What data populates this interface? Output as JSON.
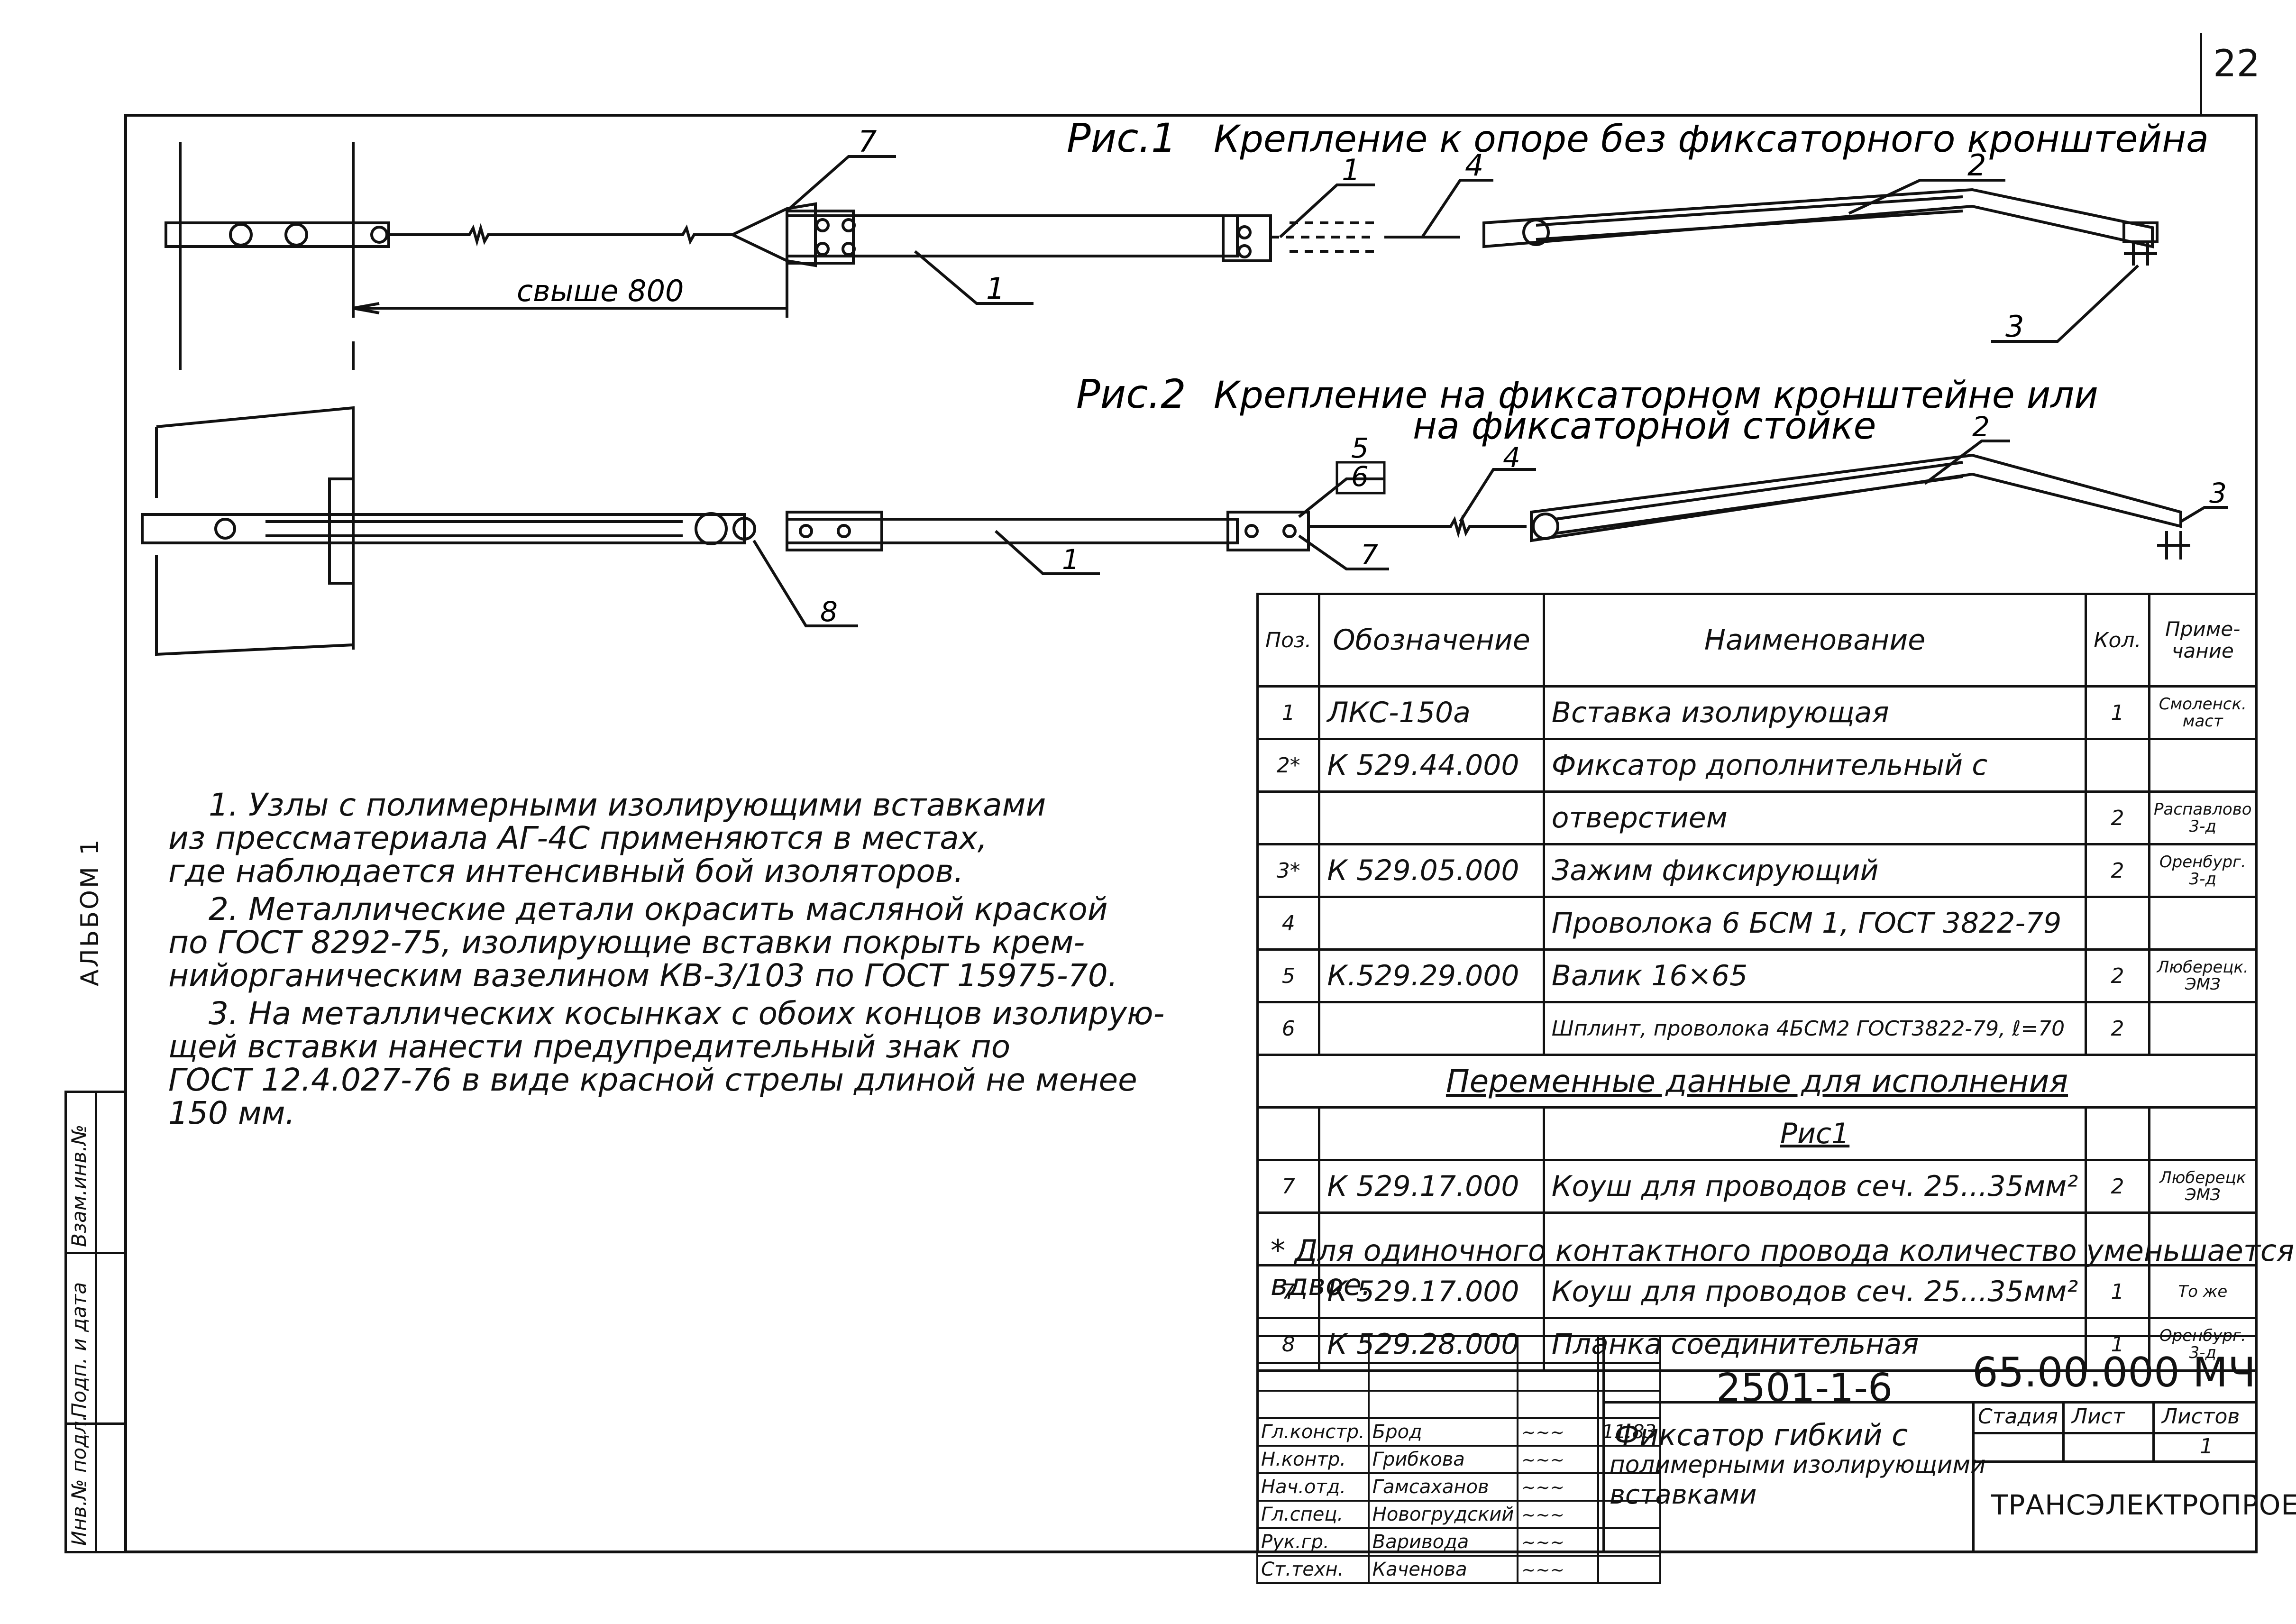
{
  "sheet_number": "22",
  "album_label": "АЛЬБОМ 1",
  "side_stamp": [
    "Инв.№ подл.",
    "Подп. и дата",
    "Взам.инв.№"
  ],
  "fig1": {
    "title": "Рис.1",
    "caption": "Крепление к опоре без фиксаторного кронштейна",
    "dimension": "свыше 800",
    "callouts": [
      "7",
      "1",
      "1",
      "4",
      "2",
      "3"
    ]
  },
  "fig2": {
    "title": "Рис.2",
    "caption_line1": "Крепление на фиксаторном кронштейне или",
    "caption_line2": "на фиксаторной стойке",
    "callouts": [
      "5",
      "6",
      "4",
      "2",
      "3",
      "1",
      "7",
      "8"
    ]
  },
  "notes": [
    "1. Узлы с полимерными изолирующими вставками",
    "из прессматериала    АГ-4С применяются в местах,",
    "где наблюдается интенсивный бой изоляторов.",
    "2. Металлические детали окрасить масляной краской",
    "по ГОСТ 8292-75, изолирующие вставки покрыть крем-",
    "нийорганическим вазелином КВ-3/103   по ГОСТ 15975-70.",
    "3. На металлических косынках  с обоих концов изолирую-",
    "щей вставки нанести предупредительный знак  по",
    "ГОСТ 12.4.027-76 в виде красной стрелы длиной не менее",
    "150 мм."
  ],
  "spec_table": {
    "headers": {
      "pos": "Поз.",
      "designation": "Обозначение",
      "name": "Наименование",
      "qty": "Кол.",
      "note": "Приме-\nчание"
    },
    "rows": [
      {
        "pos": "1",
        "designation": "ЛКС-150а",
        "name": "Вставка  изолирующая",
        "qty": "1",
        "note": "Смоленск.\nмаст"
      },
      {
        "pos": "2*",
        "designation": "К 529.44.000",
        "name": "Фиксатор дополнительный с",
        "qty": "",
        "note": ""
      },
      {
        "pos": "",
        "designation": "",
        "name": "отверстием",
        "qty": "2",
        "note": "Распавлово\n3-д"
      },
      {
        "pos": "3*",
        "designation": "К 529.05.000",
        "name": "Зажим фиксирующий",
        "qty": "2",
        "note": "Оренбург.\n3-д"
      },
      {
        "pos": "4",
        "designation": "",
        "name": "Проволока 6 БСМ 1, ГОСТ 3822-79",
        "qty": "",
        "note": ""
      },
      {
        "pos": "5",
        "designation": "К.529.29.000",
        "name": "Валик 16×65",
        "qty": "2",
        "note": "Люберецк.\nЭМЗ"
      },
      {
        "pos": "6",
        "designation": "",
        "name": "Шплинт, проволока 4БСМ2 ГОСТ3822-79, ℓ=70",
        "qty": "2",
        "note": ""
      },
      {
        "section": "Переменные данные для исполнения"
      },
      {
        "pos": "",
        "designation": "",
        "name": "Рис1",
        "qty": "",
        "note": "",
        "center": true
      },
      {
        "pos": "7",
        "designation": "К 529.17.000",
        "name": "Коуш для проводов сеч. 25...35мм²",
        "qty": "2",
        "note": "Люберецк\nЭМЗ"
      },
      {
        "pos": "",
        "designation": "",
        "name": "",
        "qty": "",
        "note": ""
      },
      {
        "pos": "7",
        "designation": "К 529.17.000",
        "name": "Коуш для проводов сеч. 25...35мм²",
        "qty": "1",
        "note": "То же"
      },
      {
        "pos": "8",
        "designation": "К 529.28.000",
        "name": "Планка  соединительная",
        "qty": "1",
        "note": "Оренбург.\n3-д"
      }
    ]
  },
  "footnote_line1": "* Для одиночного контактного провода количество уменьшается",
  "footnote_line2": "вдвое.",
  "title_block": {
    "project": "2501-1-6",
    "code": "65.00.000 МЧ",
    "title_line1": "Фиксатор гибкий с",
    "title_line2": "полимерными изолирующими",
    "title_line3": "вставками",
    "stage_label": "Стадия",
    "sheet_label": "Лист",
    "sheets_label": "Листов",
    "sheets_count": "1",
    "organization": "ТРАНСЭЛЕКТРОПРОЕКТ",
    "date": "11.83",
    "signers": [
      {
        "role": "Гл.констр.",
        "name": "Брод"
      },
      {
        "role": "Н.контр.",
        "name": "Грибкова"
      },
      {
        "role": "Нач.отд.",
        "name": "Гамсаханов"
      },
      {
        "role": "Гл.спец.",
        "name": "Новогрудский"
      },
      {
        "role": "Рук.гр.",
        "name": "Варивода"
      },
      {
        "role": "Ст.техн.",
        "name": "Каченова"
      }
    ]
  }
}
